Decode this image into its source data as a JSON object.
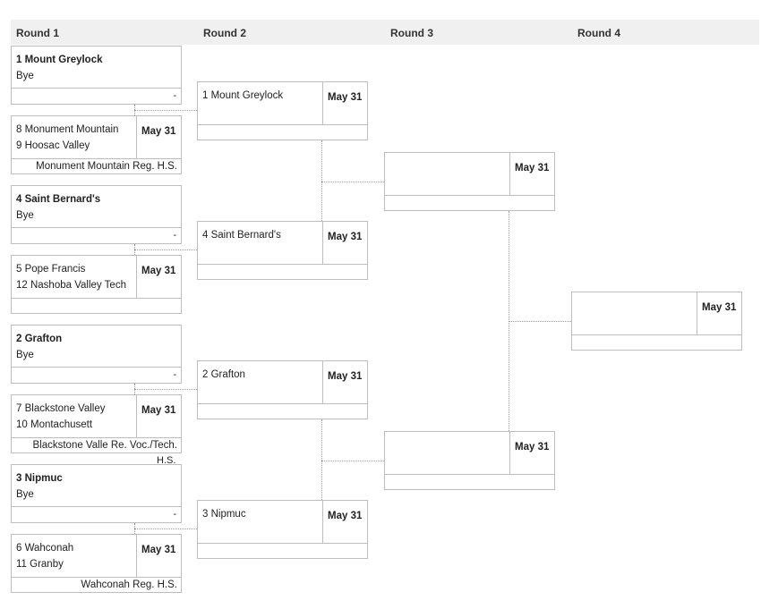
{
  "rounds": [
    "Round 1",
    "Round 2",
    "Round 3",
    "Round 4"
  ],
  "round1": [
    {
      "line1": "1 Mount Greylock",
      "line2": "Bye",
      "dash": "-"
    },
    {
      "line1": "8 Monument Mountain",
      "line2": "9 Hoosac Valley",
      "date": "May 31",
      "venue": "Monument Mountain Reg. H.S."
    },
    {
      "line1": "4 Saint Bernard's",
      "line2": "Bye",
      "dash": "-"
    },
    {
      "line1": "5 Pope Francis",
      "line2": "12 Nashoba Valley Tech",
      "date": "May 31"
    },
    {
      "line1": "2 Grafton",
      "line2": "Bye",
      "dash": "-"
    },
    {
      "line1": "7 Blackstone Valley",
      "line2": "10 Montachusett",
      "date": "May 31",
      "venue": "Blackstone Valle Re. Voc./Tech.",
      "venue2": "H.S."
    },
    {
      "line1": "3 Nipmuc",
      "line2": "Bye",
      "dash": "-"
    },
    {
      "line1": "6 Wahconah",
      "line2": "11 Granby",
      "date": "May 31",
      "venue": "Wahconah Reg. H.S."
    }
  ],
  "round2": [
    {
      "team": "1 Mount Greylock",
      "date": "May 31"
    },
    {
      "team": "4 Saint Bernard's",
      "date": "May 31"
    },
    {
      "team": "2 Grafton",
      "date": "May 31"
    },
    {
      "team": "3 Nipmuc",
      "date": "May 31"
    }
  ],
  "round3": [
    {
      "date": "May 31"
    },
    {
      "date": "May 31"
    }
  ],
  "round4": [
    {
      "date": "May 31"
    }
  ]
}
